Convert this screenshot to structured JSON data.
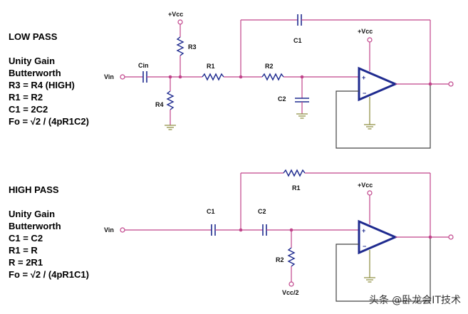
{
  "low_pass": {
    "title": "LOW PASS",
    "notes": [
      "Unity Gain",
      "Butterworth",
      "R3 = R4 (HIGH)",
      "R1 = R2",
      "C1 = 2C2",
      "Fo = √2 / (4pR1C2)"
    ],
    "labels": {
      "vcc_top": "+Vcc",
      "vcc_amp": "+Vcc",
      "vin": "Vin",
      "cin": "Cin",
      "r3": "R3",
      "r4": "R4",
      "r1": "R1",
      "r2": "R2",
      "c1": "C1",
      "c2": "C2"
    }
  },
  "high_pass": {
    "title": "HIGH PASS",
    "notes": [
      "Unity Gain",
      "Butterworth",
      "C1 = C2",
      "R1 = R",
      "R = 2R1",
      "Fo = √2 / (4pR1C1)"
    ],
    "labels": {
      "vcc_amp": "+Vcc",
      "vin": "Vin",
      "r1": "R1",
      "c1": "C1",
      "c2": "C2",
      "r2": "R2",
      "vcc_half": "Vcc/2"
    }
  },
  "watermark": "头条 @卧龙会IT技术",
  "colors": {
    "wire": "#c0438a",
    "component": "#1f2b8f",
    "node": "#c0438a",
    "ground": "#8a8a3a",
    "feedback": "#444444"
  }
}
